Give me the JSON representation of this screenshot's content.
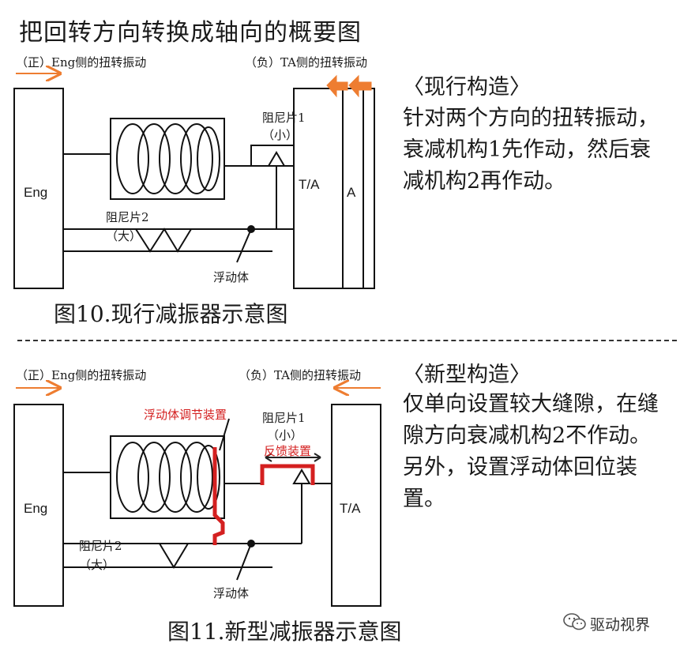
{
  "title": "把回转方向转换成轴向的概要图",
  "diagram1": {
    "eng_side_label": "（正）Eng侧的扭转振动",
    "ta_side_label": "（负）TA侧的扭转振动",
    "eng_label": "Eng",
    "ta_label": "T/A",
    "a_label": "A",
    "damper1_label": "阻尼片1",
    "damper1_size": "（小）",
    "damper2_label": "阻尼片2",
    "damper2_size": "（大）",
    "float_label": "浮动体",
    "caption": "图10.现行减振器示意图"
  },
  "diagram2": {
    "eng_side_label": "（正）Eng侧的扭转振动",
    "ta_side_label": "（负）TA侧的扭转振动",
    "eng_label": "Eng",
    "ta_label": "T/A",
    "adjust_label": "浮动体调节装置",
    "damper1_label": "阻尼片1",
    "damper1_size": "（小）",
    "feedback_label": "反馈装置",
    "damper2_label": "阻尼片2",
    "damper2_size": "（大）",
    "float_label": "浮动体",
    "caption": "图11.新型减振器示意图"
  },
  "current": {
    "heading": "〈现行构造〉",
    "body": "针对两个方向的扭转振动，衰减机构1先作动，然后衰减机构2再作动。"
  },
  "new": {
    "heading": "〈新型构造〉",
    "body": "仅单向设置较大缝隙，在缝隙方向衰减机构2不作动。另外，设置浮动体回位装置。"
  },
  "watermark": "驱动视界",
  "colors": {
    "arrow_orange": "#ee7d31",
    "highlight_red": "#d42020",
    "line": "#111111"
  }
}
